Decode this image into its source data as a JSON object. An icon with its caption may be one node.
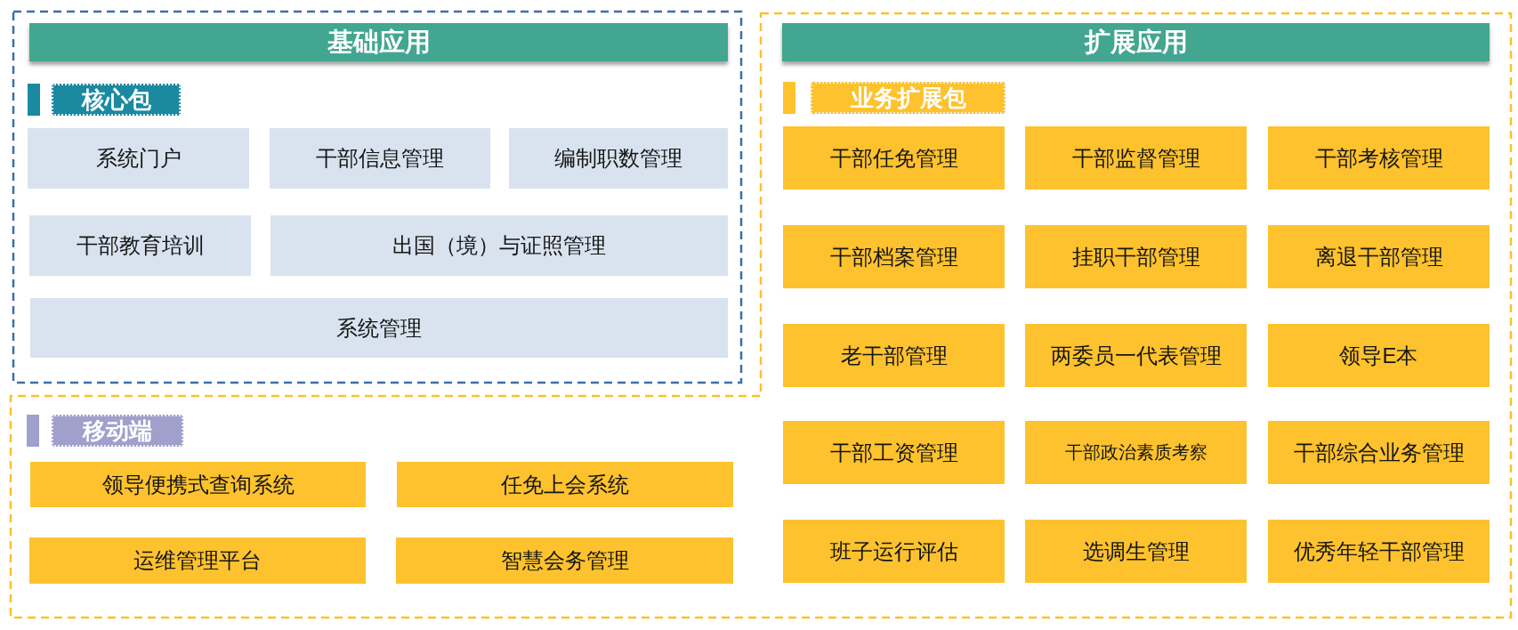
{
  "diagram": {
    "nodes": [
      {
        "text": [
          "基础应用"
        ]
      },
      {
        "text": [
          "核心包"
        ],
        "in": 0
      },
      {
        "text": [
          "系统门户"
        ],
        "in": 0
      },
      {
        "text": [
          "干部信息管理"
        ],
        "in": 0
      },
      {
        "text": [
          "编制职数管理"
        ],
        "in": 0
      },
      {
        "text": [
          "干部教育培训"
        ],
        "in": 0
      },
      {
        "text": [
          "出国（境）与证照管理"
        ],
        "in": 0
      },
      {
        "text": [
          "系统管理"
        ],
        "in": 0
      },
      {
        "text": [
          "扩展应用"
        ]
      },
      {
        "text": [
          "业务扩展包"
        ],
        "in": 8
      },
      {
        "text": [
          "干部任免管理"
        ],
        "in": 8
      },
      {
        "text": [
          "干部监督管理"
        ],
        "in": 8
      },
      {
        "text": [
          "干部考核管理"
        ],
        "in": 8
      },
      {
        "text": [
          "干部档案管理"
        ],
        "in": 8
      },
      {
        "text": [
          "挂职干部管理"
        ],
        "in": 8
      },
      {
        "text": [
          "离退干部管理"
        ],
        "in": 8
      },
      {
        "text": [
          "老干部管理"
        ],
        "in": 8
      },
      {
        "text": [
          "两委员一代表管理"
        ],
        "in": 8
      },
      {
        "text": [
          "领导E本"
        ],
        "in": 8
      },
      {
        "text": [
          "干部工资管理"
        ],
        "in": 8
      },
      {
        "text": [
          "干部政治素质考察"
        ],
        "in": 8
      },
      {
        "text": [
          "干部综合业务管理"
        ],
        "in": 8
      },
      {
        "text": [
          "班子运行评估"
        ],
        "in": 8
      },
      {
        "text": [
          "选调生管理"
        ],
        "in": 8
      },
      {
        "text": [
          "优秀年轻干部管理"
        ],
        "in": 8
      },
      {
        "text": [
          "移动端"
        ],
        "in": 8
      },
      {
        "text": [
          "领导便携式查询系统"
        ],
        "in": 8
      },
      {
        "text": [
          "任免上会系统"
        ],
        "in": 8
      },
      {
        "text": [
          "运维管理平台"
        ],
        "in": 8
      },
      {
        "text": [
          "智慧会务管理"
        ],
        "in": 8
      }
    ]
  }
}
